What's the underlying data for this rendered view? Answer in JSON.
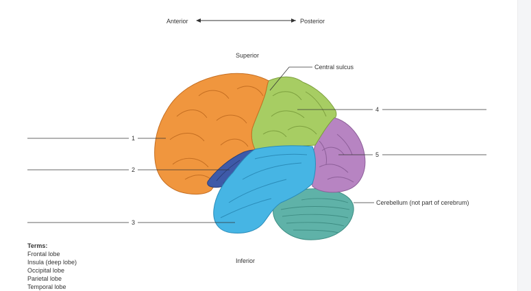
{
  "orientation": {
    "anterior": "Anterior",
    "posterior": "Posterior",
    "superior": "Superior",
    "inferior": "Inferior"
  },
  "labels": {
    "central_sulcus": "Central sulcus",
    "cerebellum": "Cerebellum (not part of cerebrum)"
  },
  "numbers": [
    "1",
    "2",
    "3",
    "4",
    "5"
  ],
  "terms": {
    "heading": "Terms:",
    "items": [
      "Frontal lobe",
      "Insula (deep lobe)",
      "Occipital lobe",
      "Parietal lobe",
      "Temporal lobe"
    ]
  },
  "colors": {
    "frontal": "#f0963e",
    "parietal": "#a7cd63",
    "temporal": "#46b5e4",
    "occipital": "#b784c2",
    "insula": "#3e5aa8",
    "cerebellum": "#5fb2a8"
  }
}
